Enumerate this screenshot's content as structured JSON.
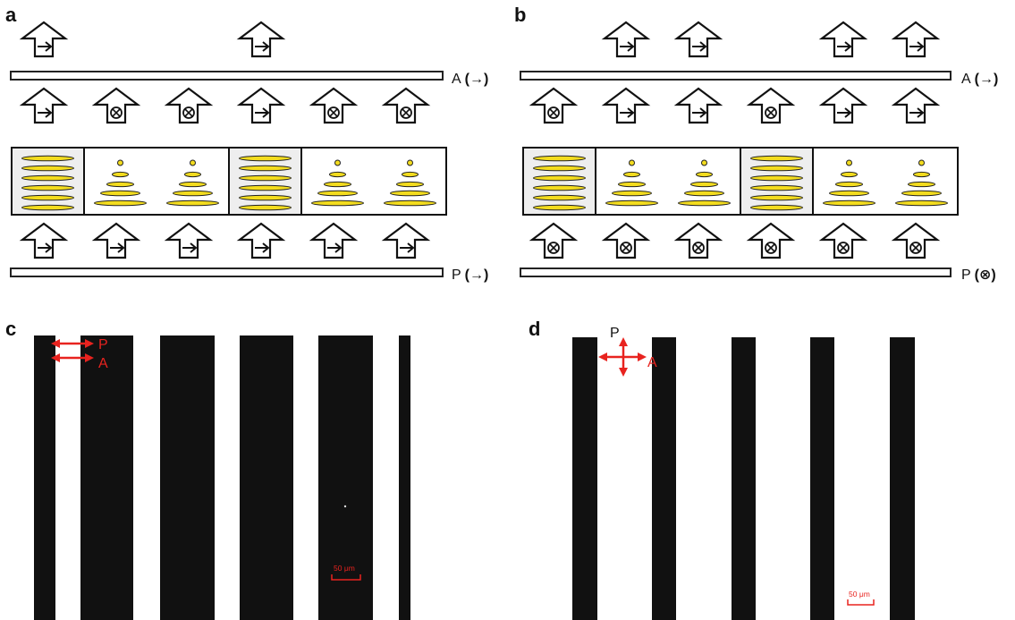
{
  "panels": {
    "a": {
      "label": "a",
      "analyzer": {
        "text": "A",
        "dir_symbol": "→"
      },
      "polarizer": {
        "text": "P",
        "dir_symbol": "→"
      },
      "top_row": [
        "arrow",
        null,
        null,
        "arrow",
        null,
        null
      ],
      "upper_row": [
        "arrow",
        "cross",
        "cross",
        "arrow",
        "cross",
        "cross"
      ],
      "cells": [
        "planar",
        "hybrid",
        "hybrid",
        "planar",
        "hybrid",
        "hybrid"
      ],
      "bottom_row": [
        "arrow",
        "arrow",
        "arrow",
        "arrow",
        "arrow",
        "arrow"
      ]
    },
    "b": {
      "label": "b",
      "analyzer": {
        "text": "A",
        "dir_symbol": "→"
      },
      "polarizer": {
        "text": "P",
        "dir_symbol": "⊗"
      },
      "top_row": [
        null,
        "arrow",
        "arrow",
        null,
        "arrow",
        "arrow"
      ],
      "upper_row": [
        "cross",
        "arrow",
        "arrow",
        "cross",
        "arrow",
        "arrow"
      ],
      "cells": [
        "planar",
        "hybrid",
        "hybrid",
        "planar",
        "hybrid",
        "hybrid"
      ],
      "bottom_row": [
        "cross",
        "cross",
        "cross",
        "cross",
        "cross",
        "cross"
      ]
    },
    "c": {
      "label": "c",
      "polarizer_label": "P",
      "analyzer_label": "A",
      "scale_bar": "50 μm"
    },
    "d": {
      "label": "d",
      "polarizer_label": "P",
      "analyzer_label": "A",
      "scale_bar": "50 μm"
    }
  },
  "colors": {
    "lc_yellow": "#f3dc1e",
    "annotation_red": "#e8231f",
    "stripe_dark": "#111111",
    "cell_shade": "#eeeeee"
  },
  "icons": {
    "in_plane_arrow": "arrow-right-icon",
    "out_of_plane": "circled-times-icon"
  }
}
